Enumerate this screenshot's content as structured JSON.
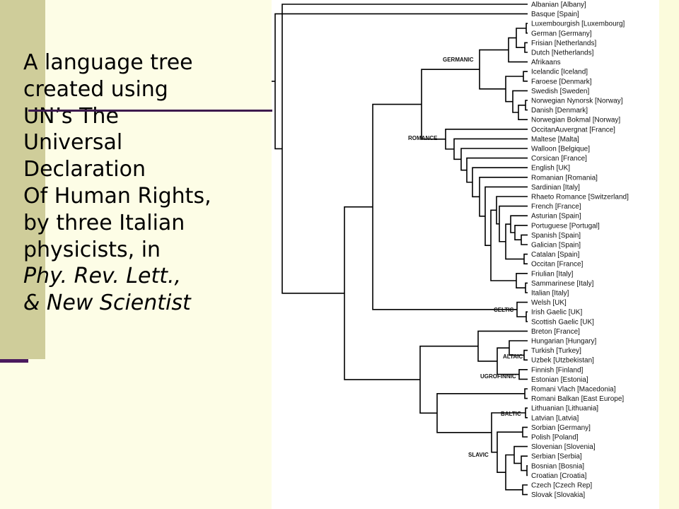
{
  "caption": {
    "lines": [
      "A language tree",
      "created using",
      "UN’s The",
      "Universal",
      "Declaration",
      "Of Human Rights,",
      "by three Italian",
      "physicists, in"
    ],
    "journal": "Phy. Rev. Lett.,",
    "magazine": "& New Scientist"
  },
  "tree": {
    "languages": [
      "Albanian [Albany]",
      "Basque [Spain]",
      "Luxembourgish [Luxembourg]",
      "German [Germany]",
      "Frisian [Netherlands]",
      "Dutch [Netherlands]",
      "Afrikaans",
      "Icelandic [Iceland]",
      "Faroese [Denmark]",
      "Swedish [Sweden]",
      "Norwegian Nynorsk [Norway]",
      "Danish [Denmark]",
      "Norwegian Bokmal [Norway]",
      "OccitanAuvergnat [France]",
      "Maltese [Malta]",
      "Walloon [Belgique]",
      "Corsican [France]",
      "English [UK]",
      "Romanian [Romania]",
      "Sardinian [Italy]",
      "Rhaeto Romance [Switzerland]",
      "French [France]",
      "Asturian [Spain]",
      "Portuguese [Portugal]",
      "Spanish [Spain]",
      "Galician [Spain]",
      "Catalan [Spain]",
      "Occitan [France]",
      "Friulian [Italy]",
      "Sammarinese [Italy]",
      "Italian [Italy]",
      "Welsh [UK]",
      "Irish Gaelic [UK]",
      "Scottish Gaelic [UK]",
      "Breton [France]",
      "Hungarian [Hungary]",
      "Turkish [Turkey]",
      "Uzbek [Utzbekistan]",
      "Finnish [Finland]",
      "Estonian [Estonia]",
      "Romani Vlach [Macedonia]",
      "Romani Balkan [East Europe]",
      "Lithuanian [Lithuania]",
      "Latvian [Latvia]",
      "Sorbian [Germany]",
      "Polish [Poland]",
      "Slovenian [Slovenia]",
      "Serbian [Serbia]",
      "Bosnian [Bosnia]",
      "Croatian [Croatia]",
      "Czech [Czech Rep]",
      "Slovak [Slovakia]"
    ],
    "groups": {
      "germanic": "GERMANIC",
      "romance": "ROMANCE",
      "celtic": "CELTIC",
      "altaic": "ALTAIC",
      "ugrofinnic": "UGROFINNIC",
      "baltic": "BALTIC",
      "slavic": "SLAVIC"
    }
  }
}
